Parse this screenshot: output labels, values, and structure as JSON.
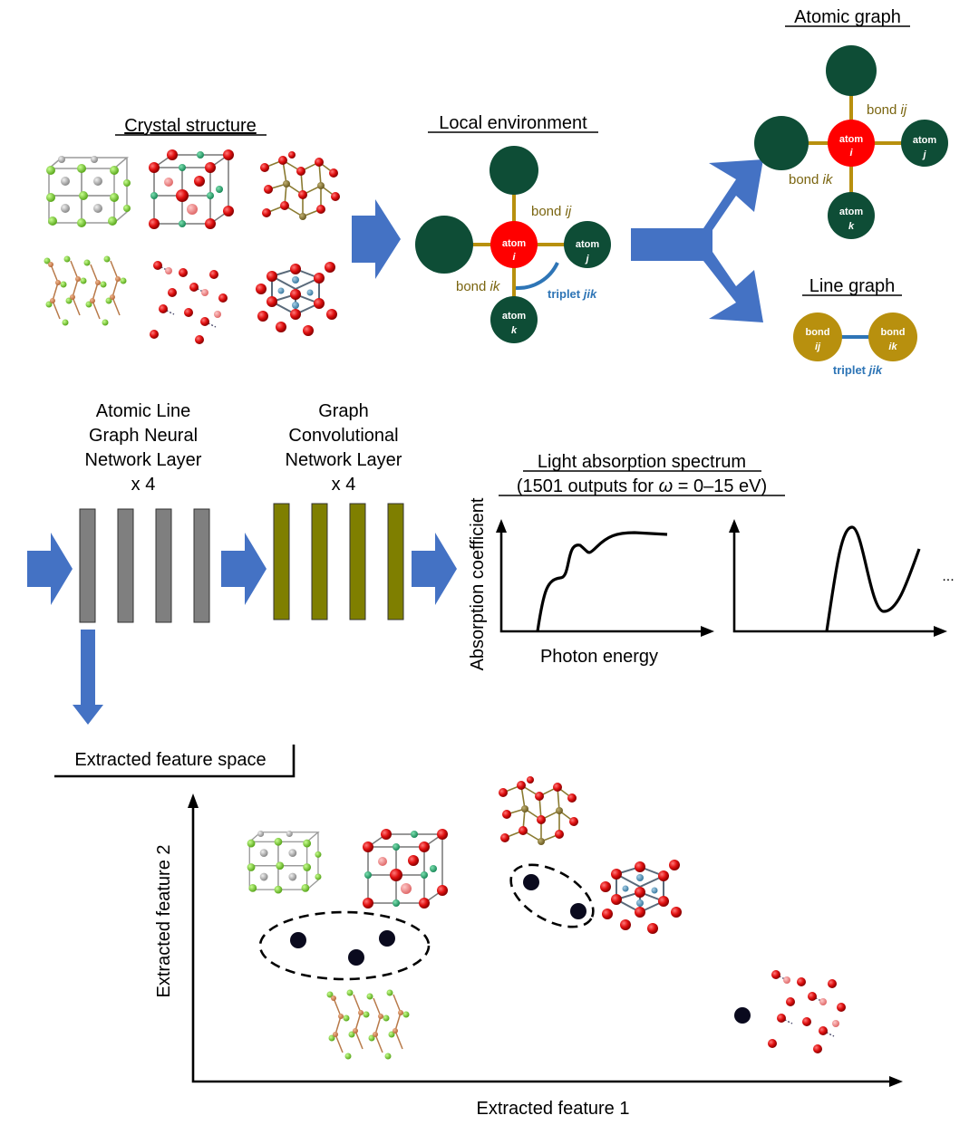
{
  "crystal_structure": {
    "title": "Crystal structure"
  },
  "local_environment": {
    "title": "Local environment",
    "atom_word": "atom",
    "center_index": "i",
    "right_index": "j",
    "bottom_index": "k",
    "bond_ij_word": "bond",
    "bond_ij_index": "ij",
    "bond_ik_word": "bond",
    "bond_ik_index": "ik",
    "triplet_word": "triplet",
    "triplet_index": "jik"
  },
  "atomic_graph": {
    "title": "Atomic graph",
    "atom_word": "atom",
    "center_index": "i",
    "right_index": "j",
    "bottom_index": "k",
    "bond_ij_word": "bond",
    "bond_ij_index": "ij",
    "bond_ik_word": "bond",
    "bond_ik_index": "ik"
  },
  "line_graph": {
    "title": "Line graph",
    "node1_word": "bond",
    "node1_index": "ij",
    "node2_word": "bond",
    "node2_index": "ik",
    "triplet_word": "triplet",
    "triplet_index": "jik"
  },
  "alignn": {
    "line1": "Atomic Line",
    "line2": "Graph Neural",
    "line3": "Network Layer",
    "count": "x 4",
    "layers": 4
  },
  "gcn": {
    "line1": "Graph",
    "line2": "Convolutional",
    "line3": "Network Layer",
    "count": "x 4",
    "layers": 4
  },
  "spectrum": {
    "title": "Light absorption spectrum",
    "subtitle_prefix": "(1501 outputs for ",
    "subtitle_var": "ω",
    "subtitle_suffix": " = 0–15 eV)",
    "ylabel": "Absorption coefficient",
    "xlabel": "Photon energy",
    "ellipsis": "..."
  },
  "feature_space": {
    "title": "Extracted feature space",
    "xlabel": "Extracted feature 1",
    "ylabel": "Extracted feature 2"
  },
  "colors": {
    "arrow": "#4472c4",
    "atom_dark": "#0e4d36",
    "atom_center": "#ff0000",
    "bond": "#b8900e",
    "bond_text": "#7a6510",
    "triplet": "#2e75b6",
    "alignn_layer": "#7f7f7f",
    "gcn_layer": "#7f7f00"
  }
}
